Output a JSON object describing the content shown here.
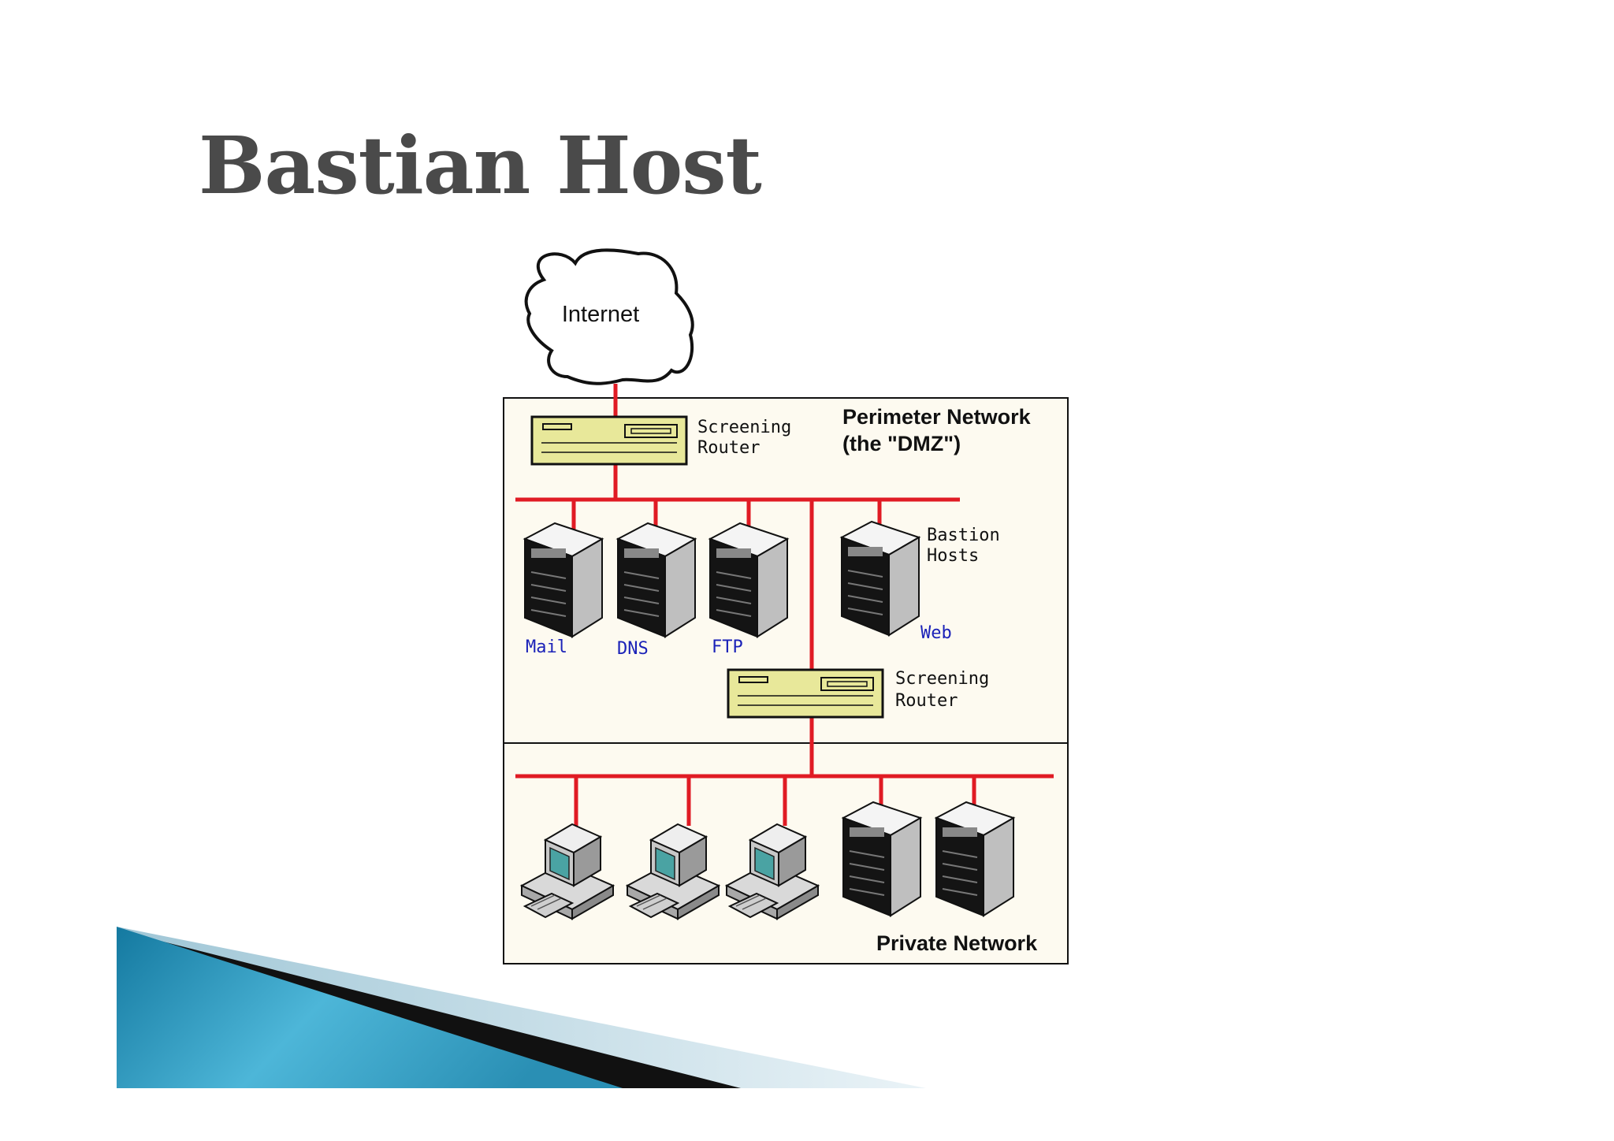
{
  "title": "Bastian Host",
  "colors": {
    "title": "#4a4a4a",
    "network_line": "#e01b24",
    "router_fill": "#e8e89a",
    "zone_fill": "#fdfaf0",
    "host_label": "#1b22b8",
    "accent_teal": "#1e8fb0"
  },
  "diagram": {
    "cloud_label": "Internet",
    "top_router": {
      "line1": "Screening",
      "line2": "Router",
      "icon": "router-icon"
    },
    "perimeter_zone": {
      "line1": "Perimeter Network",
      "line2": "(the \"DMZ\")"
    },
    "bastion_label": {
      "line1": "Bastion",
      "line2": "Hosts"
    },
    "bastion_hosts": [
      {
        "label": "Mail",
        "icon": "server-tower-icon"
      },
      {
        "label": "DNS",
        "icon": "server-tower-icon"
      },
      {
        "label": "FTP",
        "icon": "server-tower-icon"
      },
      {
        "label": "Web",
        "icon": "server-tower-icon"
      }
    ],
    "inner_router": {
      "line1": "Screening",
      "line2": "Router",
      "icon": "router-icon"
    },
    "private_zone": {
      "label": "Private Network",
      "devices": [
        "desktop-computer-icon",
        "desktop-computer-icon",
        "desktop-computer-icon",
        "server-tower-icon",
        "server-tower-icon"
      ]
    }
  }
}
